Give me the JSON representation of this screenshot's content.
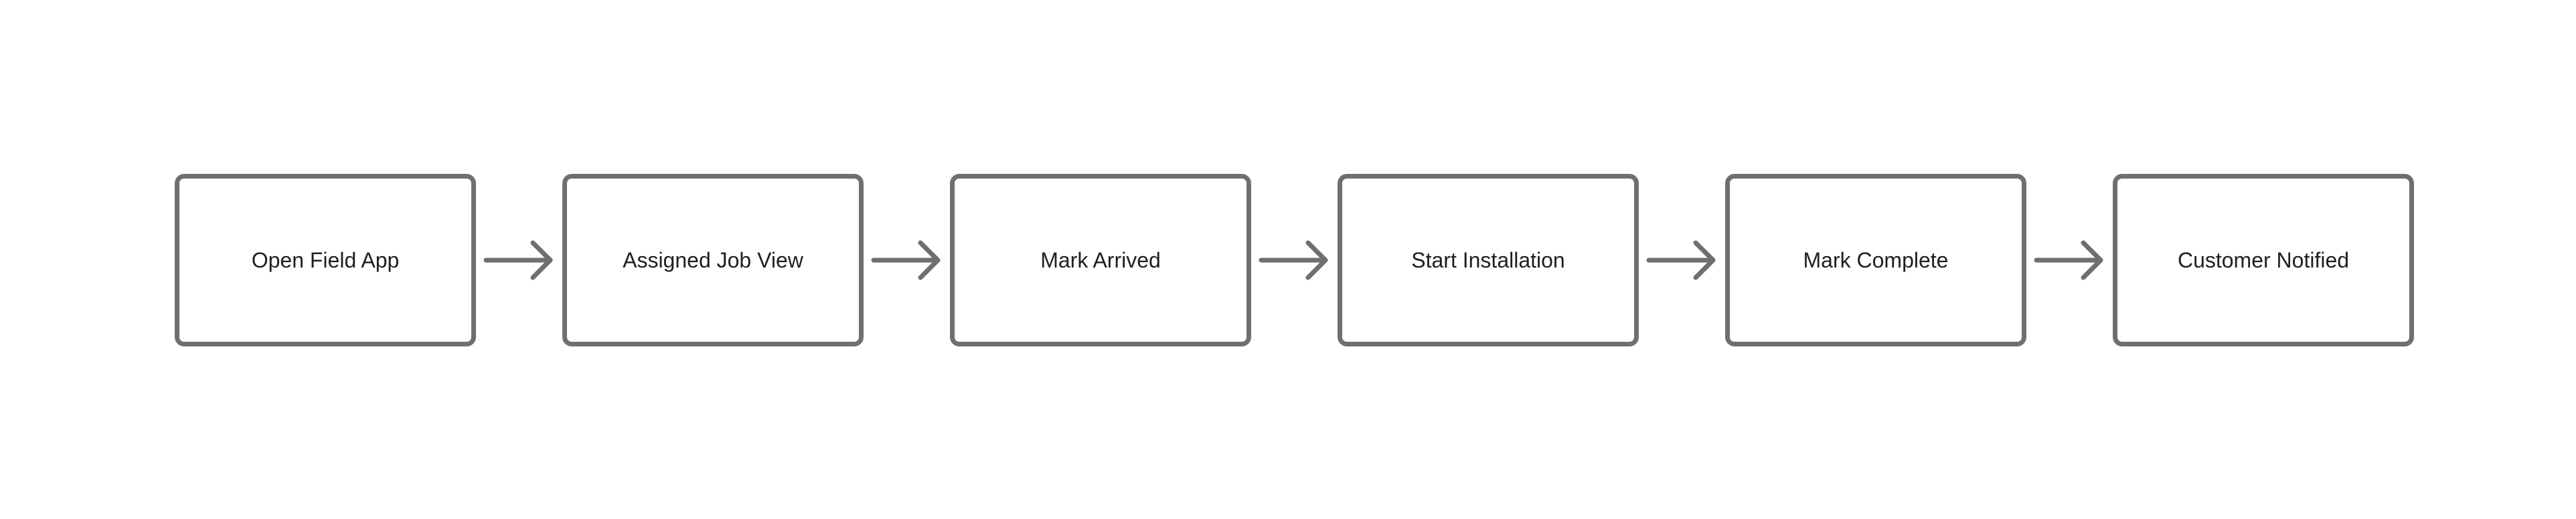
{
  "diagram": {
    "stroke_color": "#6f6f6f",
    "text_color": "#1f1f1f",
    "steps": [
      {
        "id": "open-field-app",
        "label": "Open Field App"
      },
      {
        "id": "assigned-job-view",
        "label": "Assigned Job View"
      },
      {
        "id": "mark-arrived",
        "label": "Mark Arrived"
      },
      {
        "id": "start-installation",
        "label": "Start Installation"
      },
      {
        "id": "mark-complete",
        "label": "Mark Complete"
      },
      {
        "id": "customer-notified",
        "label": "Customer Notified"
      }
    ],
    "connectors": [
      {
        "from": "open-field-app",
        "to": "assigned-job-view"
      },
      {
        "from": "assigned-job-view",
        "to": "mark-arrived"
      },
      {
        "from": "mark-arrived",
        "to": "start-installation"
      },
      {
        "from": "start-installation",
        "to": "mark-complete"
      },
      {
        "from": "mark-complete",
        "to": "customer-notified"
      }
    ]
  }
}
